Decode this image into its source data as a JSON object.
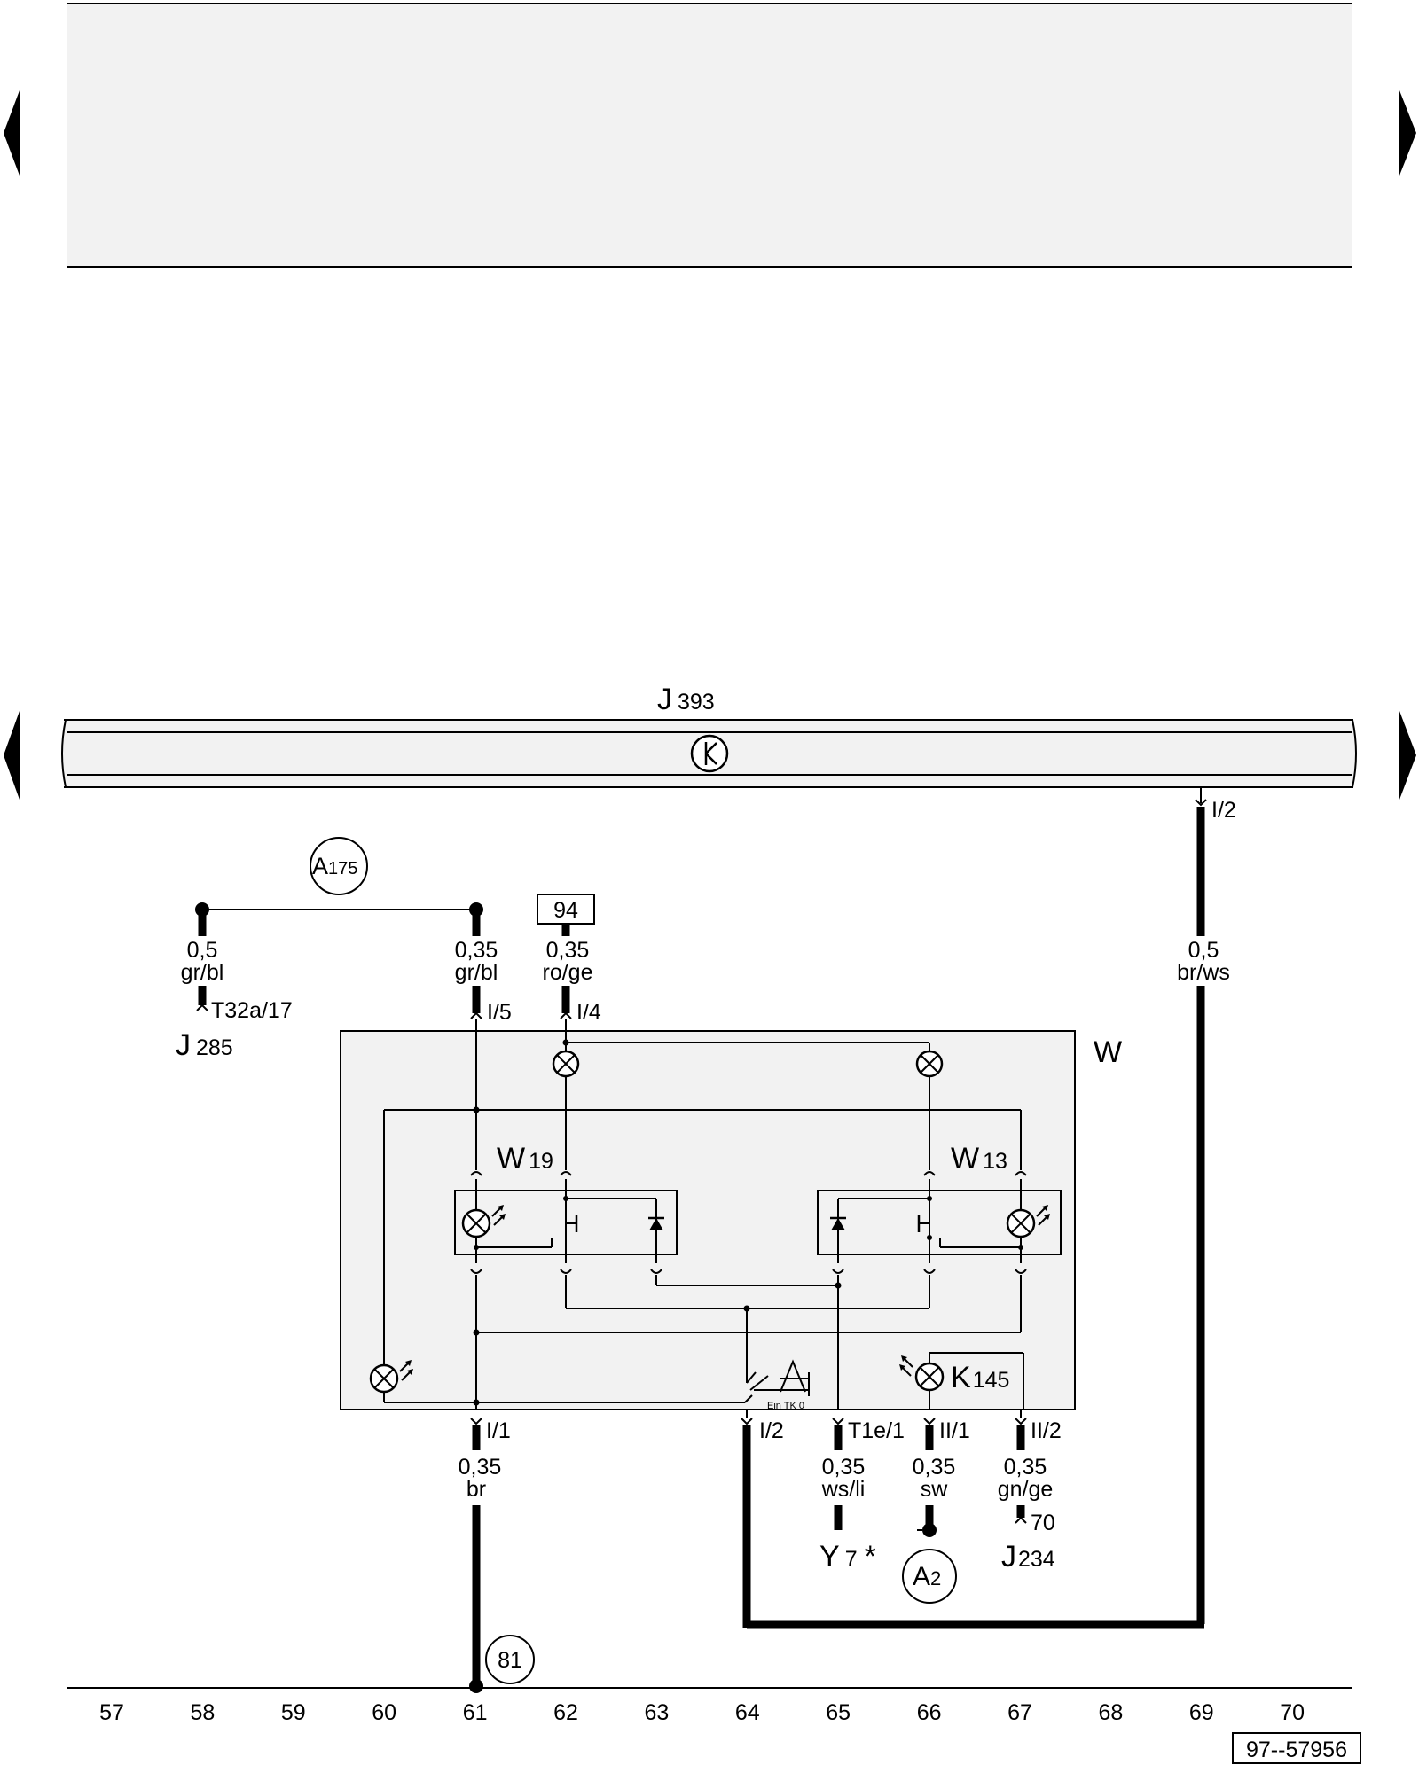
{
  "components": {
    "bus": {
      "label": "J",
      "sub": "393"
    },
    "relay_a": {
      "label": "J",
      "sub": "285",
      "pin": "T32a/17"
    },
    "relay_b": {
      "label": "J",
      "sub": "234",
      "pin": "70"
    },
    "switch_unit": {
      "label": "W"
    },
    "lamp_left": {
      "label": "W",
      "sub": "19"
    },
    "lamp_right": {
      "label": "W",
      "sub": "13"
    },
    "warning_lamp": {
      "label": "K",
      "sub": "145"
    },
    "sensor": {
      "label": "Y",
      "sub": "7",
      "mark": "*"
    },
    "switch_text": "Ein TK  0"
  },
  "nodes": {
    "a175": {
      "label": "A",
      "sub": "175"
    },
    "a2": {
      "label": "A",
      "sub": "2"
    },
    "n81": "81",
    "box94": "94"
  },
  "wires": {
    "w58": {
      "size": "0,5",
      "color": "gr/bl"
    },
    "w61_top": {
      "size": "0,35",
      "color": "gr/bl",
      "pin": "I/5"
    },
    "w62_top": {
      "size": "0,35",
      "color": "ro/ge",
      "pin": "I/4"
    },
    "w69": {
      "size": "0,5",
      "color": "br/ws",
      "pin": "I/2"
    },
    "w61_bot": {
      "size": "0,35",
      "color": "br",
      "pin": "I/1"
    },
    "w64_bot": {
      "pin": "I/2"
    },
    "w65_bot": {
      "size": "0,35",
      "color": "ws/li",
      "pin": "T1e/1"
    },
    "w66_bot": {
      "size": "0,35",
      "color": "sw",
      "pin": "II/1"
    },
    "w67_bot": {
      "size": "0,35",
      "color": "gn/ge",
      "pin": "II/2"
    }
  },
  "tracks": [
    "57",
    "58",
    "59",
    "60",
    "61",
    "62",
    "63",
    "64",
    "65",
    "66",
    "67",
    "68",
    "69",
    "70"
  ],
  "doc_number": "97--57956"
}
